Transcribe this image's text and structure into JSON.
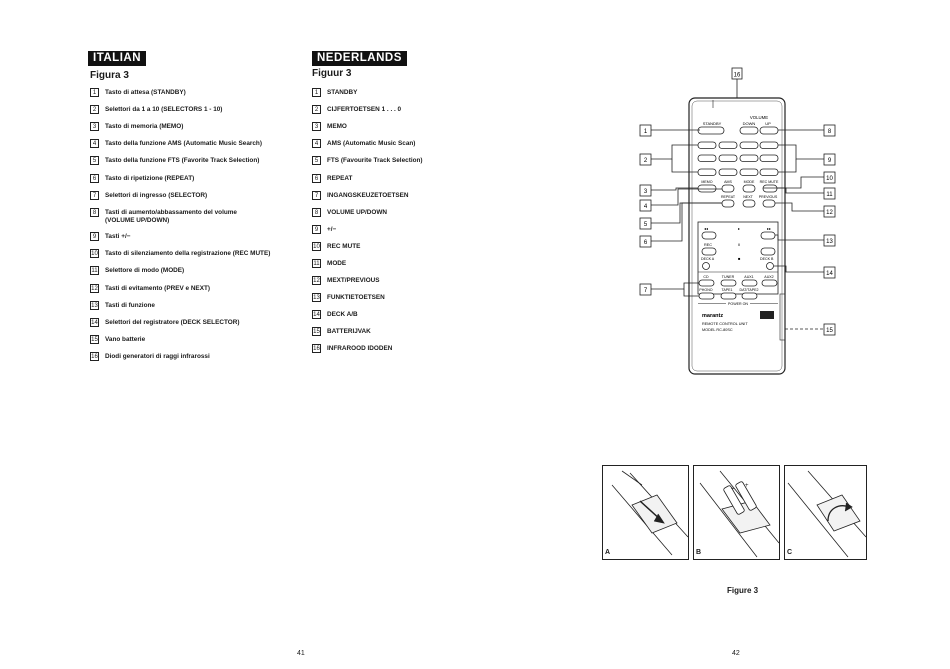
{
  "italian": {
    "header": "ITALIAN",
    "figure": "Figura 3",
    "items": [
      {
        "n": "1",
        "t": "Tasto di attesa (STANDBY)"
      },
      {
        "n": "2",
        "t": "Selettori da 1 a 10 (SELECTORS 1 - 10)"
      },
      {
        "n": "3",
        "t": "Tasto di memoria (MEMO)"
      },
      {
        "n": "4",
        "t": "Tasto della funzione AMS (Automatic Music Search)"
      },
      {
        "n": "5",
        "t": "Tasto della funzione FTS (Favorite Track Selection)"
      },
      {
        "n": "6",
        "t": "Tasto di ripetizione (REPEAT)"
      },
      {
        "n": "7",
        "t": "Selettori di ingresso (SELECTOR)"
      },
      {
        "n": "8",
        "t": "Tasti di aumento/abbassamento del volume\n(VOLUME UP/DOWN)"
      },
      {
        "n": "9",
        "t": "Tasti +/−"
      },
      {
        "n": "10",
        "t": "Tasto di silenziamento della registrazione (REC MUTE)"
      },
      {
        "n": "11",
        "t": "Selettore di modo (MODE)"
      },
      {
        "n": "12",
        "t": "Tasti di evitamento (PREV e NEXT)"
      },
      {
        "n": "13",
        "t": "Tasti di funzione"
      },
      {
        "n": "14",
        "t": "Selettori del registratore (DECK SELECTOR)"
      },
      {
        "n": "15",
        "t": "Vano batterie"
      },
      {
        "n": "16",
        "t": "Diodi generatori di raggi infrarossi"
      }
    ]
  },
  "dutch": {
    "header": "NEDERLANDS",
    "figure": "Figuur 3",
    "items": [
      {
        "n": "1",
        "t": "STANDBY"
      },
      {
        "n": "2",
        "t": "CIJFERTOETSEN 1 . . . 0"
      },
      {
        "n": "3",
        "t": "MEMO"
      },
      {
        "n": "4",
        "t": "AMS (Automatic Music Scan)"
      },
      {
        "n": "5",
        "t": "FTS (Favourite Track Selection)"
      },
      {
        "n": "6",
        "t": "REPEAT"
      },
      {
        "n": "7",
        "t": "INGANGSKEUZETOETSEN"
      },
      {
        "n": "8",
        "t": "VOLUME UP/DOWN"
      },
      {
        "n": "9",
        "t": "+/−"
      },
      {
        "n": "10",
        "t": "REC MUTE"
      },
      {
        "n": "11",
        "t": "MODE"
      },
      {
        "n": "12",
        "t": "MEXT/PREVIOUS"
      },
      {
        "n": "13",
        "t": "FUNKTIETOETSEN"
      },
      {
        "n": "14",
        "t": "DECK A/B"
      },
      {
        "n": "15",
        "t": "BATTERIJVAK"
      },
      {
        "n": "16",
        "t": "INFRAROOD IDODEN"
      }
    ]
  },
  "remote": {
    "volume": "VOLUME",
    "standby": "STANDBY",
    "down": "DOWN",
    "up": "UP",
    "row_labels": [
      "MEMO",
      "AMS",
      "MODE",
      "REC MUTE"
    ],
    "row_labels2": [
      "REPEAT",
      "NEXT",
      "PREVIOUS"
    ],
    "rec": "REC",
    "deck_a": "DECK A",
    "deck_b": "DECK B",
    "sel1": [
      "CD",
      "TUNER",
      "AUX1",
      "AUX2"
    ],
    "sel2": [
      "PHONO",
      "TAPE1",
      "DAT/TAPE2"
    ],
    "power": "POWER ON",
    "brand": "marantz",
    "remote_line": "REMOTE CONTROL UNIT",
    "model_line": "MODEL RC-80SC",
    "callouts": [
      "1",
      "2",
      "3",
      "4",
      "5",
      "6",
      "7",
      "8",
      "9",
      "10",
      "11",
      "12",
      "13",
      "14",
      "15",
      "16"
    ]
  },
  "battery_figure": {
    "panels": [
      "A",
      "B",
      "C"
    ],
    "caption": "Figure 3"
  },
  "page_numbers": {
    "left": "41",
    "right": "42"
  }
}
